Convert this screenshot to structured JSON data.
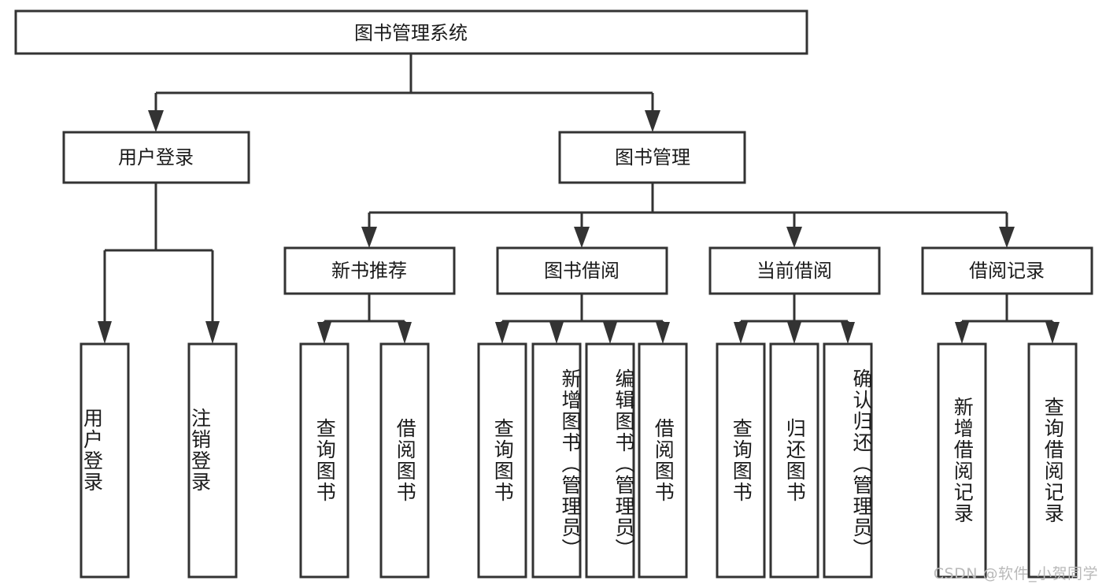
{
  "diagram": {
    "type": "tree-hierarchy-chart",
    "title": "图书管理系统",
    "watermark": "CSDN @软件_小贺同学",
    "colors": {
      "stroke": "#333333",
      "fill": "#ffffff",
      "text": "#1a1a1a",
      "watermark": "#b9b9b9"
    },
    "root": {
      "label": "图书管理系统"
    },
    "level2": [
      {
        "label": "用户登录"
      },
      {
        "label": "图书管理"
      }
    ],
    "level3": [
      {
        "label": "新书推荐"
      },
      {
        "label": "图书借阅"
      },
      {
        "label": "当前借阅"
      },
      {
        "label": "借阅记录"
      }
    ],
    "leaves": {
      "user_login": [
        {
          "label": "用户登录"
        },
        {
          "label": "注销登录"
        }
      ],
      "new_book_recommend": [
        {
          "label": "查询图书"
        },
        {
          "label": "借阅图书"
        }
      ],
      "book_borrow": [
        {
          "label": "查询图书"
        },
        {
          "label": "新增图书（管理员）"
        },
        {
          "label": "编辑图书（管理员）"
        },
        {
          "label": "借阅图书"
        }
      ],
      "current_borrow": [
        {
          "label": "查询图书"
        },
        {
          "label": "归还图书"
        },
        {
          "label": "确认归还（管理员）"
        }
      ],
      "borrow_record": [
        {
          "label": "新增借阅记录"
        },
        {
          "label": "查询借阅记录"
        }
      ]
    }
  }
}
